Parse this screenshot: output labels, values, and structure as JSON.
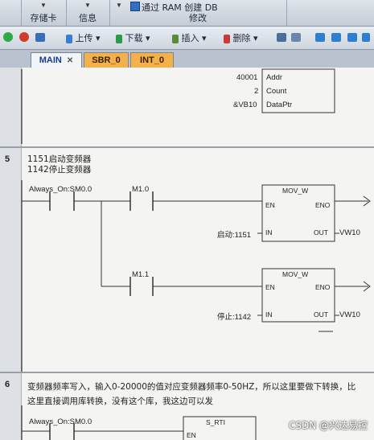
{
  "ribbon": {
    "storage_label": "存储卡",
    "info_label": "信息",
    "ram_title": "通过 RAM 创建 DB",
    "modify_label": "修改"
  },
  "toolbar": {
    "upload_label": "上传",
    "download_label": "下载",
    "insert_label": "插入",
    "delete_label": "删除"
  },
  "tabs": [
    {
      "label": "MAIN"
    },
    {
      "label": "SBR_0"
    },
    {
      "label": "INT_0"
    }
  ],
  "network_prev": {
    "addr_value": "40001",
    "addr_pin": "Addr",
    "count_value": "2",
    "count_pin": "Count",
    "dataptr_value": "&VB10",
    "dataptr_pin": "DataPtr"
  },
  "network5": {
    "number": "5",
    "comment_line1": "1151启动变频器",
    "comment_line2": "1142停止变频器",
    "contact1_label": "Always_On:SM0.0",
    "contact2_label": "M1.0",
    "contact3_label": "M1.1",
    "block1_title": "MOV_W",
    "block1_en": "EN",
    "block1_eno": "ENO",
    "block1_in": "启动:1151",
    "block1_in_pin": "IN",
    "block1_out_pin": "OUT",
    "block1_out": "VW10",
    "block2_title": "MOV_W",
    "block2_en": "EN",
    "block2_eno": "ENO",
    "block2_in": "停止:1142",
    "block2_in_pin": "IN",
    "block2_out_pin": "OUT",
    "block2_out": "VW10"
  },
  "network6": {
    "number": "6",
    "comment_line1": "变频器频率写入，输入0-20000的值对应变频器频率0-50HZ，所以这里要做下转换，比",
    "comment_line2": "这里直接调用库转换，没有这个库，我这边可以发",
    "contact1_label": "Always_On:SM0.0",
    "block_title": "S_RTI",
    "block_en": "EN"
  },
  "watermark": "CSDN @兴达易控"
}
